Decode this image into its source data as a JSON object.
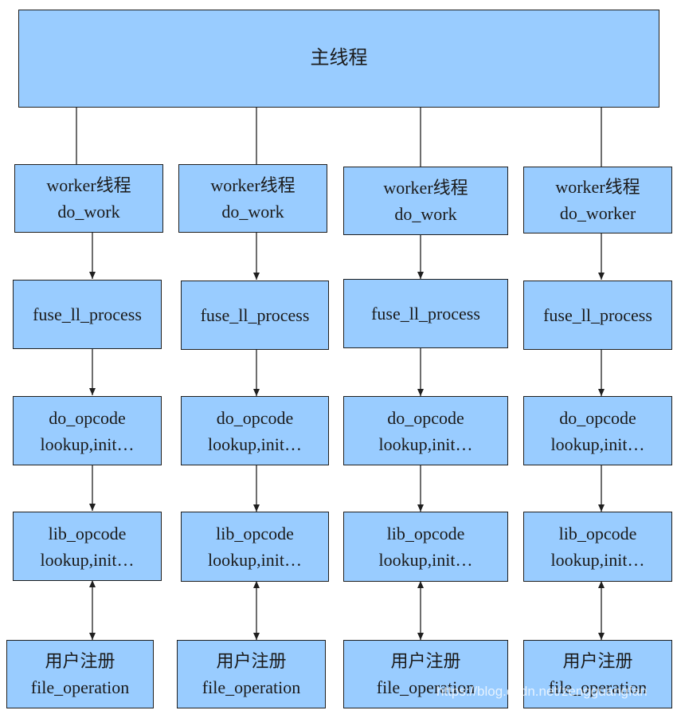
{
  "main": {
    "label": "主线程"
  },
  "columns": [
    {
      "worker": {
        "line1": "worker线程",
        "line2": "do_work"
      },
      "process": {
        "line1": "fuse_ll_process"
      },
      "do_opcode": {
        "line1": "do_opcode",
        "line2": "lookup,init…"
      },
      "lib_opcode": {
        "line1": "lib_opcode",
        "line2": "lookup,init…"
      },
      "user": {
        "line1": "用户注册",
        "line2": "file_operation"
      }
    },
    {
      "worker": {
        "line1": "worker线程",
        "line2": "do_work"
      },
      "process": {
        "line1": "fuse_ll_process"
      },
      "do_opcode": {
        "line1": "do_opcode",
        "line2": "lookup,init…"
      },
      "lib_opcode": {
        "line1": "lib_opcode",
        "line2": "lookup,init…"
      },
      "user": {
        "line1": "用户注册",
        "line2": "file_operation"
      }
    },
    {
      "worker": {
        "line1": "worker线程",
        "line2": "do_work"
      },
      "process": {
        "line1": "fuse_ll_process"
      },
      "do_opcode": {
        "line1": "do_opcode",
        "line2": "lookup,init…"
      },
      "lib_opcode": {
        "line1": "lib_opcode",
        "line2": "lookup,init…"
      },
      "user": {
        "line1": "用户注册",
        "line2": "file_operation"
      }
    },
    {
      "worker": {
        "line1": "worker线程",
        "line2": "do_worker"
      },
      "process": {
        "line1": "fuse_ll_process"
      },
      "do_opcode": {
        "line1": "do_opcode",
        "line2": "lookup,init…"
      },
      "lib_opcode": {
        "line1": "lib_opcode",
        "line2": "lookup,init…"
      },
      "user": {
        "line1": "用户注册",
        "line2": "file_operation"
      }
    }
  ],
  "watermark": "https://blog.csdn.net/zengguangfan",
  "colors": {
    "box_fill": "#99ccff",
    "border": "#1f1f1f",
    "line": "#1f1f1f"
  }
}
